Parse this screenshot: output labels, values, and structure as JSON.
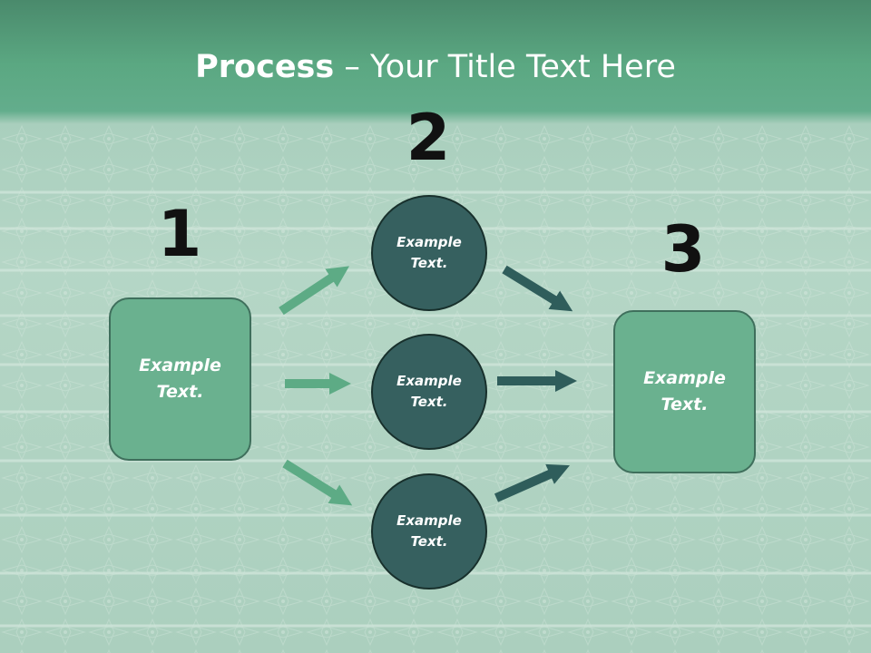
{
  "title": {
    "bold": "Process",
    "rest": " – Your Title Text Here"
  },
  "steps": {
    "one": "1",
    "two": "2",
    "three": "3"
  },
  "boxes": {
    "left": "Example\nText.",
    "right": "Example\nText."
  },
  "circles": {
    "top": "Example\nText.",
    "middle": "Example\nText.",
    "bottom": "Example\nText."
  },
  "colors": {
    "box_fill": "#6ab18f",
    "circle_fill": "#36605f",
    "arrow_light": "#5dab85",
    "arrow_dark": "#2f5d5b",
    "header_green": "#5ba882"
  }
}
